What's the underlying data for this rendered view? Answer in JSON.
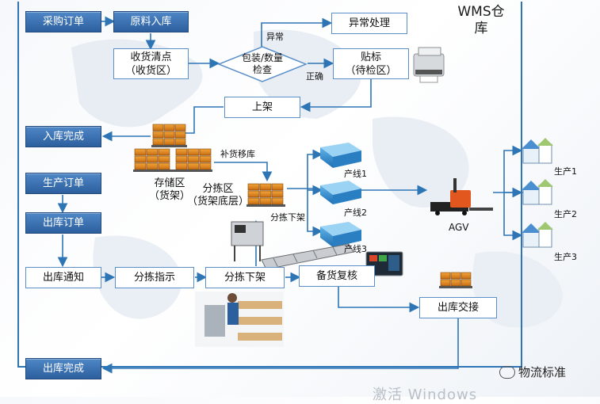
{
  "title": "WMS仓\n库",
  "nodes": {
    "purchase_order": "采购订单",
    "raw_inbound": "原料入库",
    "receive_count": "收货清点\n（收货区）",
    "inspect": "包装/数量\n检查",
    "exception": "异常处理",
    "labeling": "贴标\n（待检区）",
    "shelving": "上架",
    "inbound_done": "入库完成",
    "production_order": "生产订单",
    "outbound_order": "出库订单",
    "outbound_notice": "出库通知",
    "picking_instruction": "分拣指示",
    "picking_off_shelf": "分拣下架",
    "stock_review": "备货复核",
    "outbound_handover": "出库交接",
    "outbound_done": "出库完成"
  },
  "labels": {
    "abnormal": "异常",
    "correct": "正确",
    "replenish_move": "补货移库",
    "storage_area": "存储区\n（货架）",
    "picking_area": "分拣区\n（货架底层）",
    "picking_off": "分拣下架",
    "line1": "产线1",
    "line2": "产线2",
    "line3": "产线3",
    "agv": "AGV",
    "prod1": "生产1",
    "prod2": "生产2",
    "prod3": "生产3"
  },
  "watermark": "激活 Windows",
  "brand": "物流标准",
  "colors": {
    "primary": "#2e75b6",
    "box": "#3a70b0",
    "crate": "#e58a1f",
    "arrow": "#2e75b6"
  }
}
